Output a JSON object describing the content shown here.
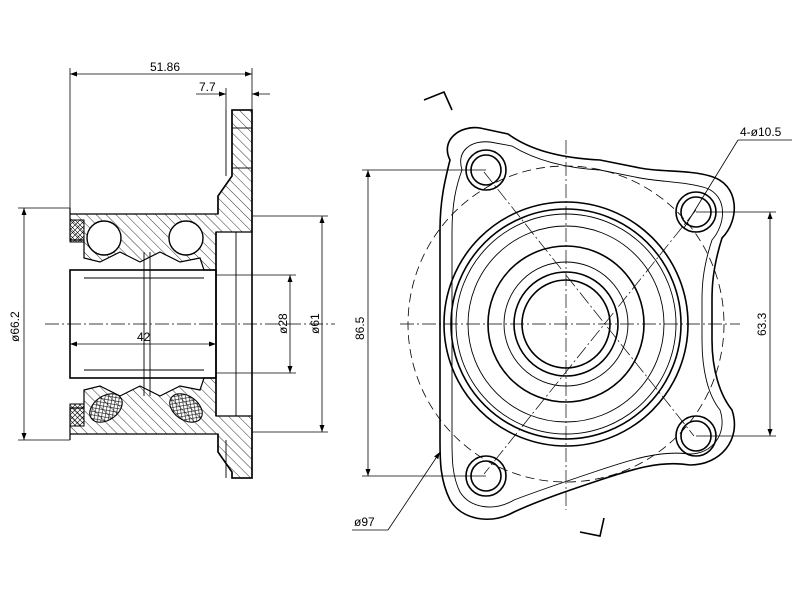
{
  "dimensions": {
    "overall_width": "51.86",
    "flange_thickness": "7.7",
    "outer_diameter": "ø66.2",
    "bore_diameter": "ø28",
    "pilot_diameter": "ø61",
    "bearing_width": "42",
    "bolt_span_vertical": "86.5",
    "bolt_span_horizontal": "63.3",
    "bolt_holes": "4-ø10.5",
    "bolt_circle": "ø97"
  }
}
